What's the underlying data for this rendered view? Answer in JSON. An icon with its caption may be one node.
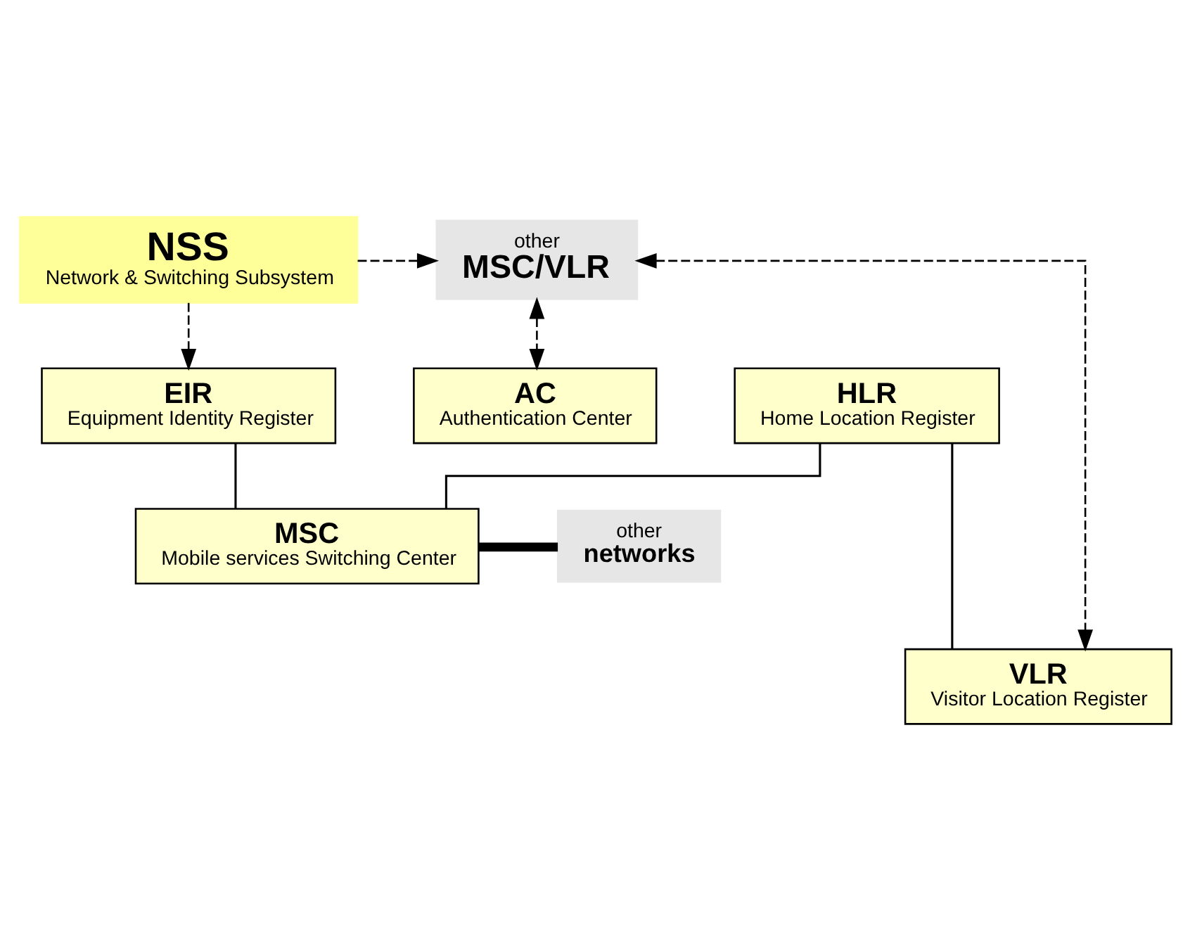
{
  "diagram": {
    "nodes": [
      {
        "text": [
          "other",
          "MSC/VLR"
        ]
      },
      {
        "text": [
          "NSS",
          "Network & Switching Subsystem"
        ]
      },
      {
        "text": [
          "AC",
          "Authentication Center"
        ]
      },
      {
        "text": [
          "HLR",
          "Home Location Register"
        ]
      },
      {
        "text": [
          "EIR",
          "Equipment Identity Register"
        ]
      },
      {
        "text": [
          "VLR",
          "Visitor Location Register"
        ]
      },
      {
        "text": [
          "MSC",
          "Mobile services Switching Center"
        ]
      },
      {
        "text": [
          "other",
          "networks"
        ]
      }
    ],
    "edges": [
      {
        "from": 1,
        "to": 0,
        "arrow": "to",
        "style": "dashed"
      },
      {
        "from": 0,
        "to": 2,
        "arrow": "both",
        "style": "dashed"
      },
      {
        "from": 0,
        "to": 5,
        "arrow": "both",
        "style": "dashed"
      },
      {
        "from": 1,
        "to": 4,
        "arrow": "to",
        "style": "dashed"
      },
      {
        "from": 3,
        "to": 5,
        "arrow": "none"
      },
      {
        "from": 3,
        "to": 6,
        "arrow": "none"
      },
      {
        "from": 4,
        "to": 6,
        "arrow": "none"
      },
      {
        "from": 6,
        "to": 7,
        "arrow": "none",
        "style": "thick"
      }
    ]
  }
}
